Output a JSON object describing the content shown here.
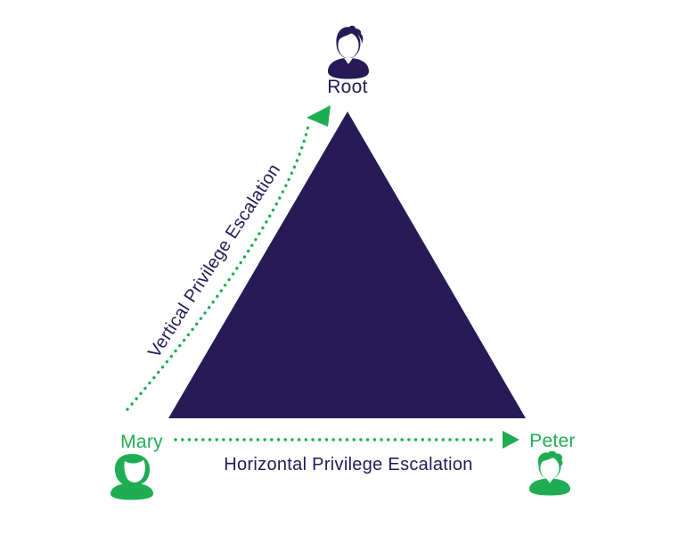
{
  "colors": {
    "background": "#ffffff",
    "navy": "#261a57",
    "green": "#1fad54",
    "white": "#ffffff"
  },
  "nodes": {
    "root": {
      "label": "Root"
    },
    "mary": {
      "label": "Mary"
    },
    "peter": {
      "label": "Peter"
    }
  },
  "arrows": {
    "vertical": {
      "label": "Vertical Privilege Escalation",
      "from": "Mary",
      "to": "Root",
      "style": "dotted"
    },
    "horizontal": {
      "label": "Horizontal Privilege Escalation",
      "from": "Mary",
      "to": "Peter",
      "style": "dotted"
    }
  }
}
